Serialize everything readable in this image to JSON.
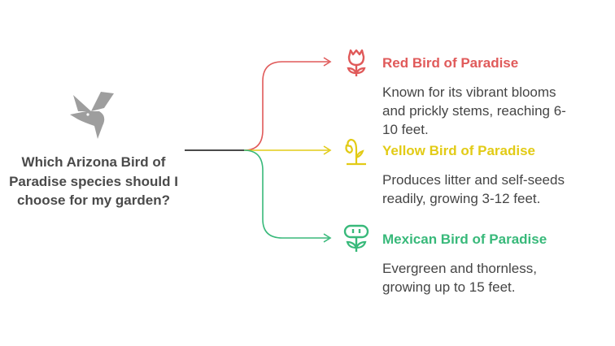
{
  "question": "Which Arizona Bird of Paradise species should I choose for my garden?",
  "icons": {
    "central": "hummingbird-icon",
    "red": "flower-icon",
    "yellow": "wilting-flower-icon",
    "mexican": "fire-flower-icon"
  },
  "colors": {
    "red": "#e05a5a",
    "yellow": "#e2cb16",
    "green": "#38b97a",
    "stem": "#4a4a4a",
    "bird": "#9e9e9e"
  },
  "options": [
    {
      "title": "Red Bird of Paradise",
      "desc_lines": [
        "Known for its vibrant blooms",
        "and prickly stems, reaching 6-",
        "10 feet."
      ]
    },
    {
      "title": "Yellow Bird of Paradise",
      "desc_lines": [
        "Produces litter and self-seeds",
        "readily, growing 3-12 feet."
      ]
    },
    {
      "title": "Mexican Bird of Paradise",
      "desc_lines": [
        "Evergreen and thornless,",
        "growing up to 15 feet."
      ]
    }
  ]
}
